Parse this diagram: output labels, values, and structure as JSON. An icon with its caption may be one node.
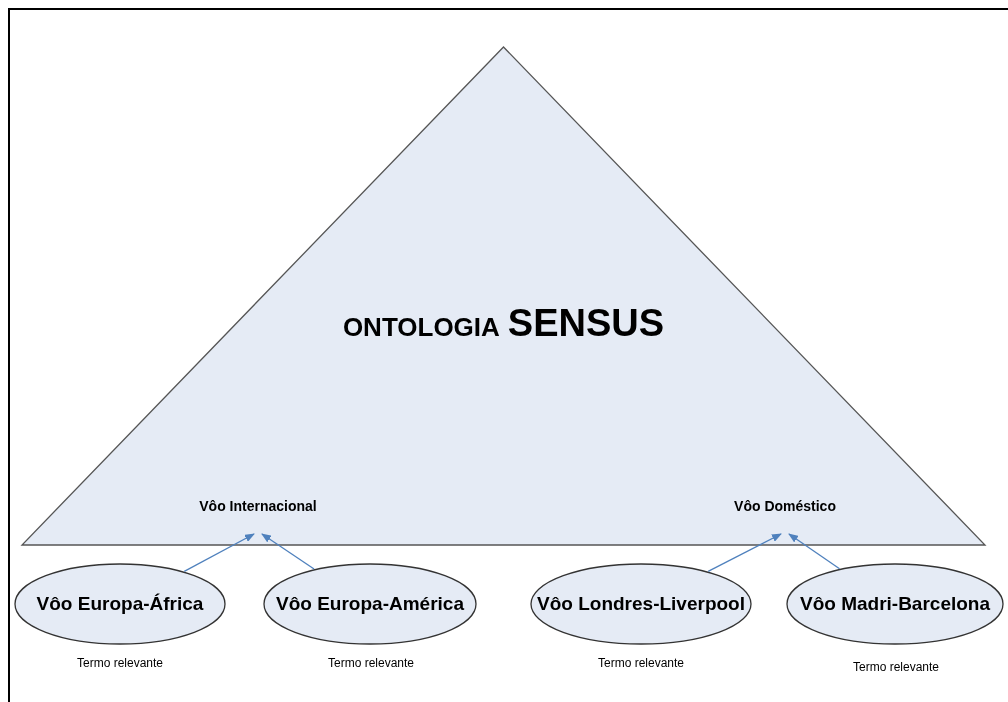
{
  "diagram": {
    "nodes": [
      {
        "text": [
          "ONTOLOGIA",
          "SENSUS"
        ]
      },
      {
        "text": [
          "Vôo Internacional"
        ],
        "in": 0
      },
      {
        "text": [
          "Vôo Doméstico"
        ],
        "in": 0
      },
      {
        "text": [
          "Vôo Europa-África"
        ],
        "beside": [
          "Termo relevante"
        ]
      },
      {
        "text": [
          "Vôo Europa-América"
        ],
        "beside": [
          "Termo relevante"
        ]
      },
      {
        "text": [
          "Vôo Londres-Liverpool"
        ],
        "beside": [
          "Termo relevante"
        ]
      },
      {
        "text": [
          "Vôo Madri-Barcelona"
        ],
        "beside": [
          "Termo relevante"
        ]
      }
    ],
    "edges": [
      {
        "from": 3,
        "to": 1,
        "arrow": "to"
      },
      {
        "from": 4,
        "to": 1,
        "arrow": "to"
      },
      {
        "from": 5,
        "to": 2,
        "arrow": "to"
      },
      {
        "from": 6,
        "to": 2,
        "arrow": "to"
      }
    ]
  }
}
